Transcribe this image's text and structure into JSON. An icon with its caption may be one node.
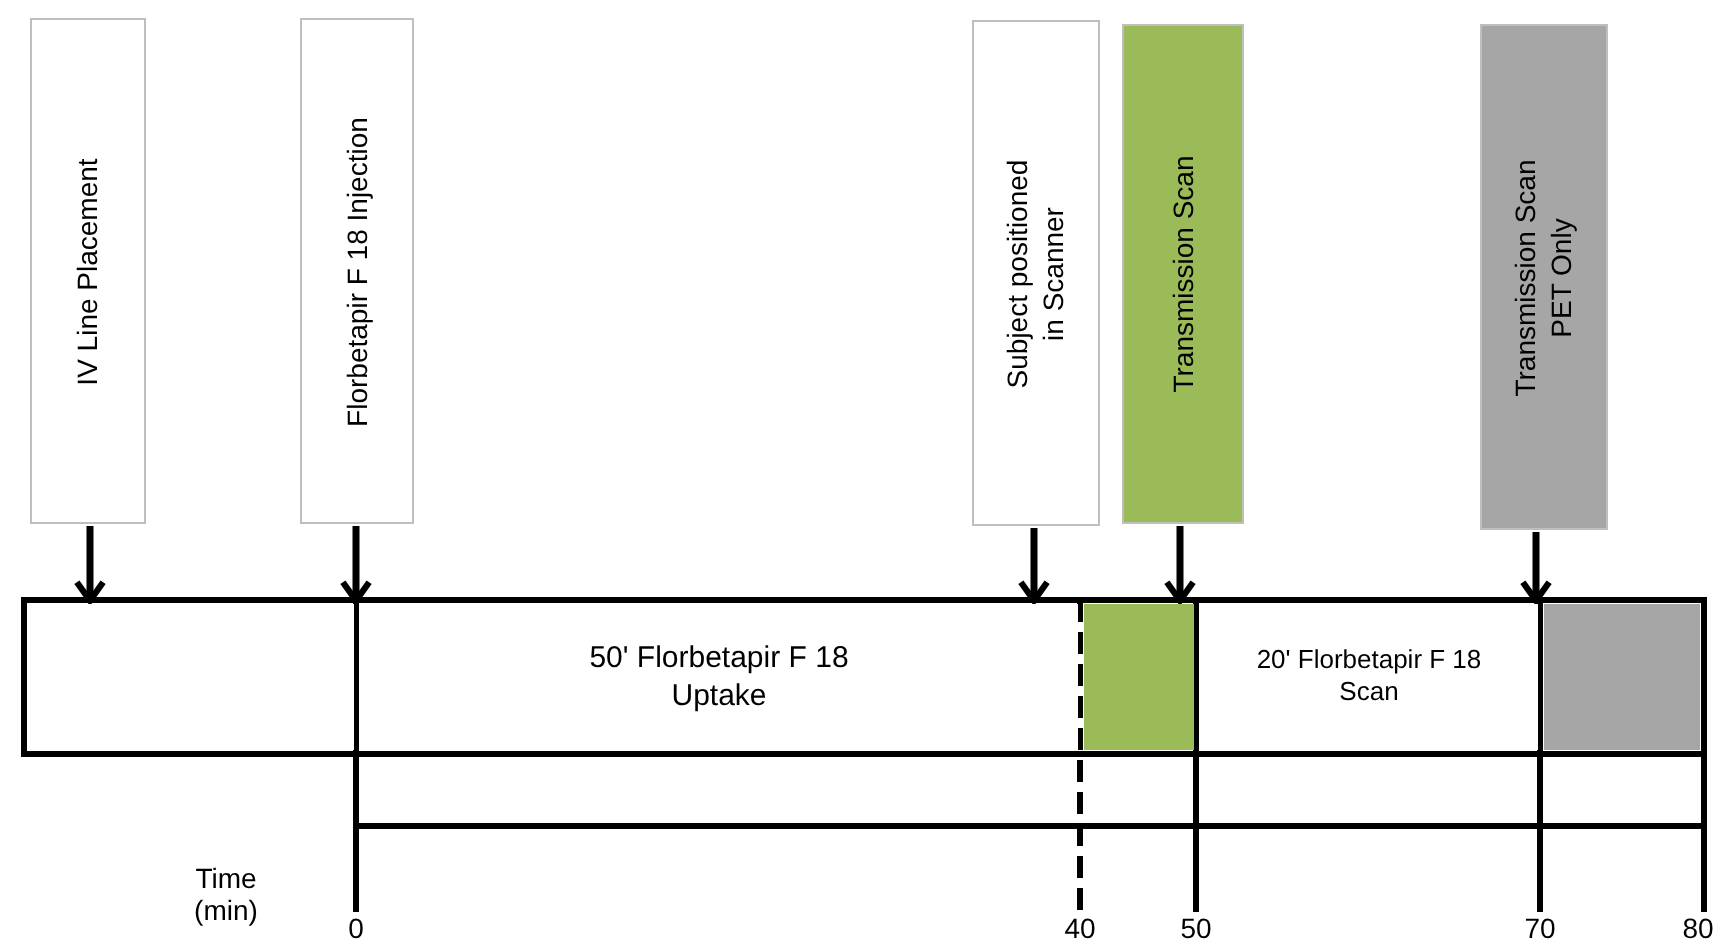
{
  "diagram": {
    "nodes": [
      {
        "text": [
          "IV Line Placement"
        ]
      },
      {
        "text": [
          "Florbetapir F 18  Injection"
        ]
      },
      {
        "text": [
          "Subject positioned in Scanner"
        ]
      },
      {
        "text": [
          "Transmission Scan"
        ]
      },
      {
        "text": [
          "Transmission Scan PET Only"
        ]
      },
      {
        "text": [],
        "shape": "box"
      },
      {
        "text": [
          "50' Florbetapir F 18 Uptake"
        ]
      },
      {
        "text": [],
        "shape": "box"
      },
      {
        "text": [
          "20' Florbetapir  F 18 Scan"
        ]
      },
      {
        "text": [],
        "shape": "box"
      }
    ],
    "edges": [
      {
        "from": 0,
        "to": 5,
        "arrow": "to"
      },
      {
        "from": 1,
        "to": 6,
        "arrow": "to"
      },
      {
        "from": 2,
        "to": 6,
        "arrow": "to"
      },
      {
        "from": 3,
        "to": 7,
        "arrow": "to"
      },
      {
        "from": 4,
        "to": 9,
        "arrow": "to"
      }
    ],
    "labels": [
      "Time (min)",
      "0",
      "40",
      "50",
      "70",
      "80"
    ]
  }
}
